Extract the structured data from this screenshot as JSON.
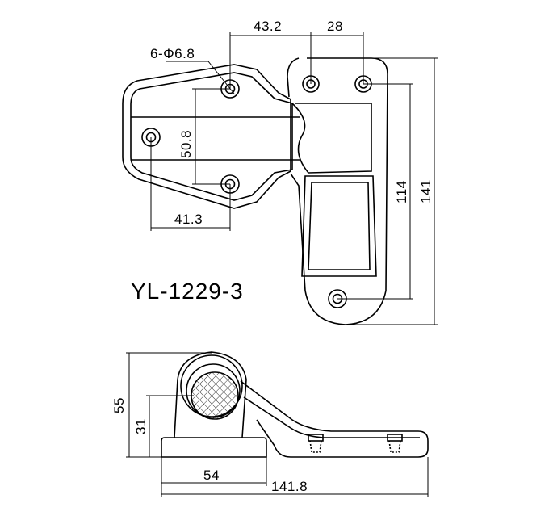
{
  "model": "YL-1229-3",
  "top_view": {
    "dim_hole_spacing_a": "43.2",
    "dim_hole_spacing_b": "28",
    "dim_hole_note": "6-Φ6.8",
    "dim_vertical_inner": "50.8",
    "dim_horizontal_lower": "41.3",
    "dim_height_inner": "114",
    "dim_height_total": "141"
  },
  "side_view": {
    "dim_height_total": "55",
    "dim_height_axis": "31",
    "dim_base_width": "54",
    "dim_total_length": "141.8"
  },
  "colors": {
    "line": "#000000",
    "background": "#ffffff"
  }
}
